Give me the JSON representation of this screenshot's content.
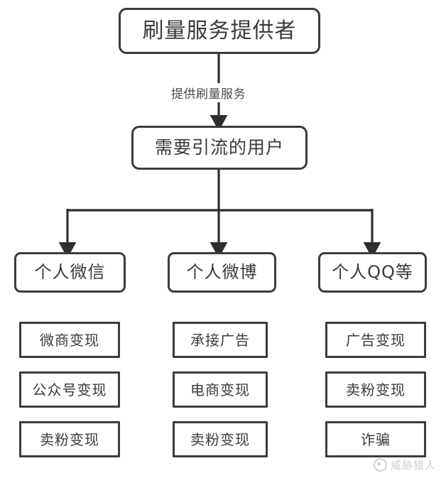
{
  "diagram": {
    "title_node": {
      "label": "刷量服务提供者"
    },
    "second_node": {
      "label": "需要引流的用户"
    },
    "edge_labels": {
      "provide_service": "提供刷量服务"
    },
    "channels": [
      {
        "label": "个人微信"
      },
      {
        "label": "个人微博"
      },
      {
        "label": "个人QQ等"
      }
    ],
    "monetization": {
      "wechat": [
        {
          "label": "微商变现"
        },
        {
          "label": "公众号变现"
        },
        {
          "label": "卖粉变现"
        }
      ],
      "weibo": [
        {
          "label": "承接广告"
        },
        {
          "label": "电商变现"
        },
        {
          "label": "卖粉变现"
        }
      ],
      "qq": [
        {
          "label": "广告变现"
        },
        {
          "label": "卖粉变现"
        },
        {
          "label": "诈骗"
        }
      ]
    }
  },
  "watermark": {
    "text": "威胁猎人",
    "icon": "circle-logo-icon"
  },
  "colors": {
    "background": "#ffffff",
    "border": "#3c3c3c",
    "text": "#3a3a3a",
    "edge": "#2e2e2e"
  }
}
